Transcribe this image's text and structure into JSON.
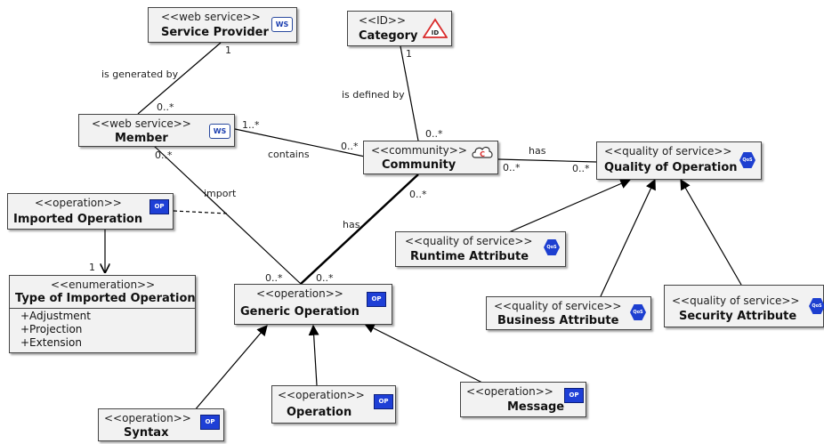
{
  "classes": {
    "service_provider": {
      "stereotype": "<<web service>>",
      "name": "Service Provider",
      "badge": "WS"
    },
    "category": {
      "stereotype": "<<ID>>",
      "name": "Category",
      "badge": "ID"
    },
    "member": {
      "stereotype": "<<web service>>",
      "name": "Member",
      "badge": "WS"
    },
    "community": {
      "stereotype": "<<community>>",
      "name": "Community",
      "badge": "C"
    },
    "quality_of_operation": {
      "stereotype": "<<quality of service>>",
      "name": "Quality of Operation",
      "badge": "QoS"
    },
    "imported_operation": {
      "stereotype": "<<operation>>",
      "name": "Imported Operation",
      "badge": "OP"
    },
    "type_of_imported_operation": {
      "stereotype": "<<enumeration>>",
      "name": "Type of Imported Operation",
      "literals": [
        "+Adjustment",
        "+Projection",
        "+Extension"
      ]
    },
    "runtime_attribute": {
      "stereotype": "<<quality of service>>",
      "name": "Runtime Attribute",
      "badge": "QoS"
    },
    "generic_operation": {
      "stereotype": "<<operation>>",
      "name": "Generic Operation",
      "badge": "OP"
    },
    "business_attribute": {
      "stereotype": "<<quality of service>>",
      "name": "Business Attribute",
      "badge": "QoS"
    },
    "security_attribute": {
      "stereotype": "<<quality of service>>",
      "name": "Security Attribute",
      "badge": "QoS"
    },
    "syntax": {
      "stereotype": "<<operation>>",
      "name": "Syntax",
      "badge": "OP"
    },
    "operation": {
      "stereotype": "<<operation>>",
      "name": "Operation",
      "badge": "OP"
    },
    "message": {
      "stereotype": "<<operation>>",
      "name": "Message",
      "badge": "OP"
    }
  },
  "associations": {
    "generated_by": {
      "label": "is generated by",
      "mult_a": "1",
      "mult_b": "0..*"
    },
    "defined_by": {
      "label": "is defined by",
      "mult_a": "1",
      "mult_b": "0..*"
    },
    "contains": {
      "label": "contains",
      "mult_a": "1..*",
      "mult_b": "0..*"
    },
    "has_qos": {
      "label": "has",
      "mult_a": "0..*",
      "mult_b": "0..*"
    },
    "import": {
      "label": "import",
      "mult_a": "0..*",
      "mult_b": "0..*"
    },
    "has_ops": {
      "label": "has",
      "mult_a": "0..*",
      "mult_b": "0..*"
    },
    "imported_type": {
      "mult": "1"
    }
  },
  "colors": {
    "box_fill": "#f2f2f2",
    "border": "#444444",
    "badge_blue": "#1e3fd6",
    "id_red": "#d92b2b"
  }
}
